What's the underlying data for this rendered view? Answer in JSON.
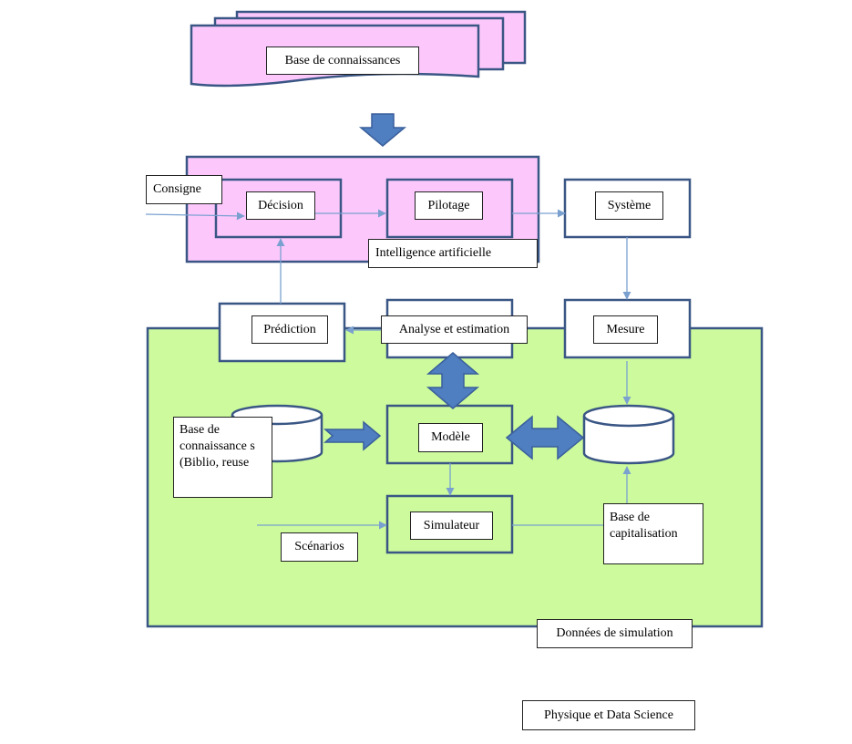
{
  "colors": {
    "pink_fill": "#fcc8fc",
    "green_fill": "#ccfa9c",
    "box_stroke": "#3a5685",
    "arrow_fill": "#4f7fc0",
    "arrow_stroke": "#3a5f9c",
    "connector": "#7aa0d0"
  },
  "knowledge_base": {
    "label": "Base de connaissances"
  },
  "ai_section": {
    "setpoint_label": "Consigne",
    "decision_label": "Décision",
    "piloting_label": "Pilotage",
    "section_label": "Intelligence artificielle"
  },
  "system_label": "Système",
  "measure_label": "Mesure",
  "analysis_label": "Analyse et estimation",
  "prediction_label": "Prédiction",
  "simulation_section": {
    "knowledge_db_label": "Base de connaissance s (Biblio, reuse",
    "model_label": "Modèle",
    "simulator_label": "Simulateur",
    "scenarios_label": "Scénarios",
    "capitalisation_label": "Base de capitalisation",
    "section_label": "Données de simulation"
  },
  "footer_label": "Physique et Data Science",
  "icons": {
    "down_arrow": "block-arrow-down-icon",
    "vertical_double_arrow": "double-arrow-vertical-icon",
    "right_arrow": "block-arrow-right-icon",
    "horizontal_double_arrow": "double-arrow-horizontal-icon",
    "database": "database-cylinder-icon"
  }
}
